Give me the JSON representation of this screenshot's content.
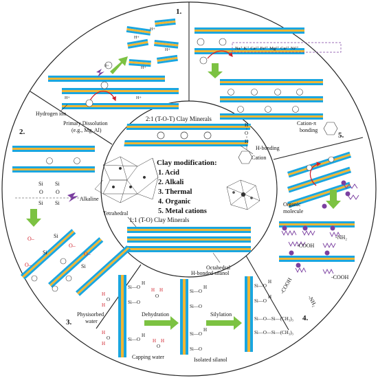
{
  "colors": {
    "layer_blue": "#1aa6e0",
    "layer_gold": "#f2b632",
    "arrow_green": "#7cc242",
    "arrow_red": "#d0202a",
    "organic_purple": "#7b3fa0",
    "text_red": "#d0202a"
  },
  "center": {
    "top_title": "2:1 (T-O-T) Clay Minerals",
    "cation_label": "Cation",
    "modification_title": "Clay modification:",
    "methods": [
      "1.  Acid",
      "2.  Alkali",
      "3.  Thermal",
      "4.  Organic",
      "5.  Metal cations"
    ],
    "tetrahedral_label": "Tetrahedral",
    "bottom_title": "1:1 (T-O) Clay Minerals",
    "octahedral_label": "Octahedral"
  },
  "sectors": {
    "s1": {
      "number": "1.",
      "hydrogen_ion": "Hydrogen ion",
      "dissolution": "Primary Dissolution",
      "dissolution_sub": "(e.g., Mg, Al)",
      "ion": "H+"
    },
    "s2": {
      "number": "2.",
      "alkaline": "Alkaline",
      "si": "Si",
      "o": "O",
      "si_o_minus": "Si",
      "o_minus": "O–"
    },
    "s3": {
      "number": "3.",
      "physisorbed": "Physisorbed",
      "water": "water",
      "dehydration": "Dehydration",
      "capping": "Capping water",
      "h_bonded": "H-bonded silanol",
      "silylation": "Silylation",
      "isolated": "Isolated silanol",
      "si_o": "Si—O",
      "h": "H",
      "sio_sich3": "Si—O—Si—(CH₃)₃"
    },
    "s4": {
      "number": "4.",
      "organic": "Organic",
      "molecule": "molecule",
      "cooh": "-COOH",
      "nh2": "-NH₂"
    },
    "s5": {
      "number": "5.",
      "cation_pi": "Cation-π",
      "bonding": "bonding",
      "h_bonding": "H-bonding",
      "cations": "Na⁺ K⁺ Ca²⁺ Fe³⁺ Mg²⁺ Cu²⁺ Ni²⁺",
      "n_plus": "n+"
    }
  }
}
